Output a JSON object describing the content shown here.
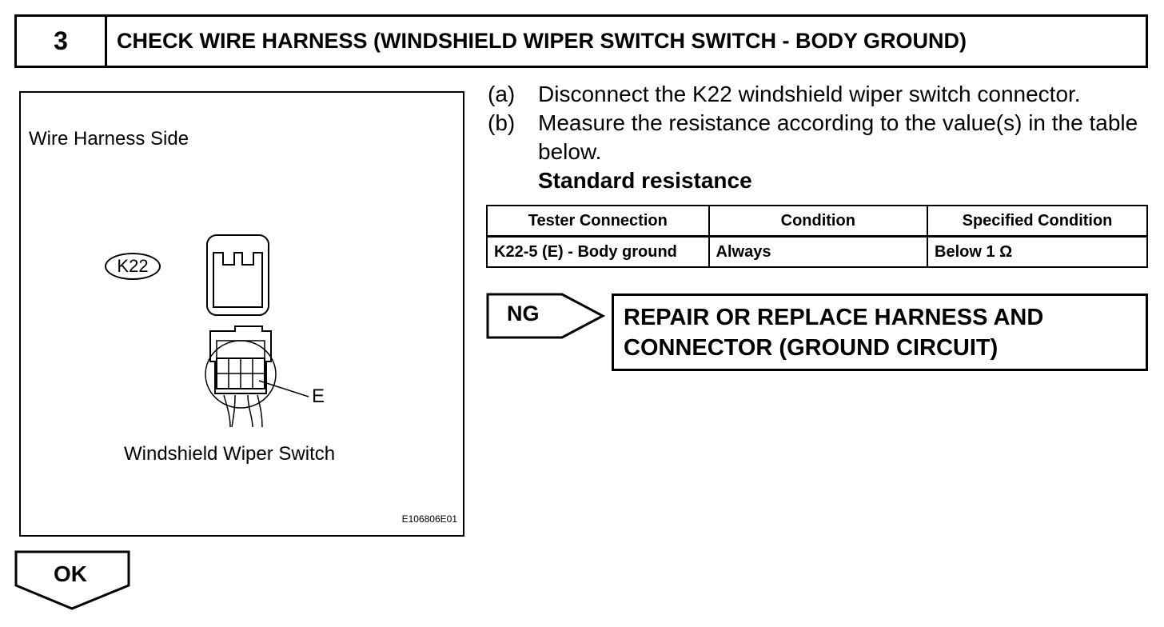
{
  "header": {
    "step_number": "3",
    "title": "CHECK WIRE HARNESS (WINDSHIELD WIPER SWITCH  SWITCH - BODY GROUND)"
  },
  "illustration": {
    "side_label": "Wire Harness Side",
    "connector_id": "K22",
    "terminal_label": "E",
    "caption": "Windshield Wiper Switch",
    "figure_code": "E106806E01"
  },
  "instructions": {
    "steps": [
      {
        "label": "(a)",
        "text": "Disconnect the K22 windshield wiper switch connector."
      },
      {
        "label": "(b)",
        "text": "Measure the resistance according to the value(s) in the table below."
      }
    ],
    "standard_heading": "Standard resistance"
  },
  "table": {
    "headers": [
      "Tester Connection",
      "Condition",
      "Specified Condition"
    ],
    "rows": [
      [
        "K22-5 (E) - Body ground",
        "Always",
        "Below 1 Ω"
      ]
    ]
  },
  "ng": {
    "label": "NG",
    "result": "REPAIR OR REPLACE HARNESS AND CONNECTOR (GROUND CIRCUIT)"
  },
  "ok": {
    "label": "OK"
  }
}
